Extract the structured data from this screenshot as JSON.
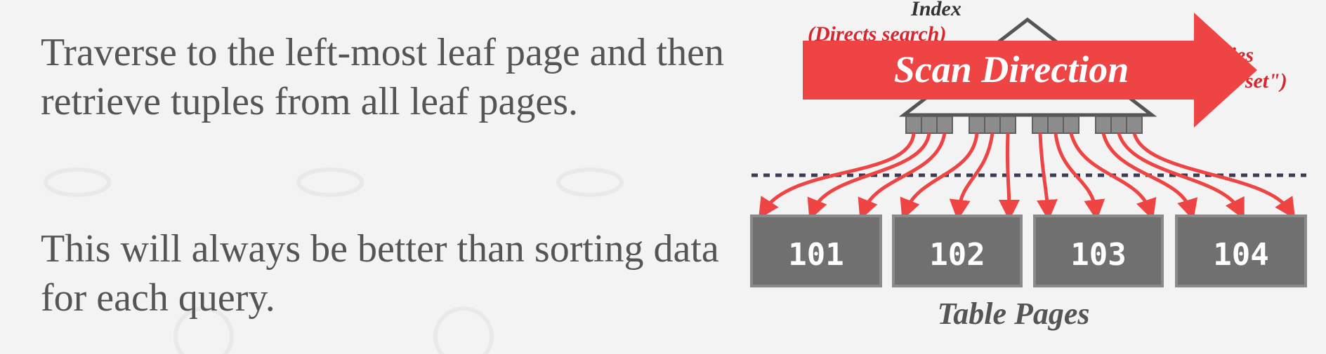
{
  "bullets": [
    "Traverse to the left-most leaf page and then retrieve tuples from all leaf pages.",
    "This will always be better than sorting data for each query."
  ],
  "diagram": {
    "index_label": "Index",
    "directs_search_label": "(Directs search)",
    "right_label_top": "ries",
    "right_label_bottom": "e set\")",
    "scan_direction_label": "Scan Direction",
    "table_pages_label": "Table Pages",
    "pages": [
      "101",
      "102",
      "103",
      "104"
    ],
    "colors": {
      "arrow_red": "#ee4444",
      "page_fill": "#707070",
      "page_border": "#8a8a8a",
      "leaf_fill": "#8c8c8c",
      "dotted_line": "#3c3c55",
      "text_dark": "#333333",
      "annotation_red": "#d8262e"
    }
  }
}
